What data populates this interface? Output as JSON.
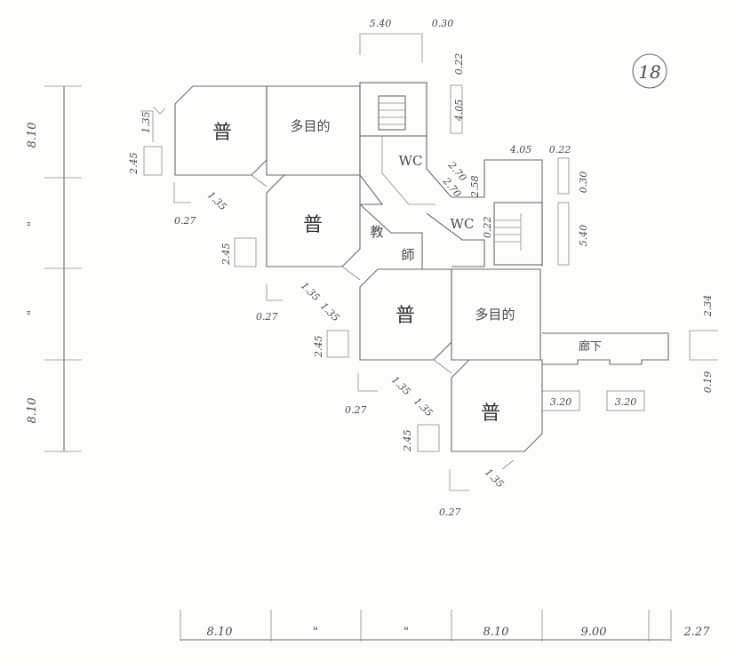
{
  "sheet": {
    "number": "18"
  },
  "left_dims": [
    "8.10",
    "\"",
    "\"",
    "8.10"
  ],
  "bottom_dims": [
    "8.10",
    "\"",
    "\"",
    "8.10",
    "9.00",
    "2.27"
  ],
  "top_dims": {
    "a": "5.40",
    "b": "0.30",
    "c": "0.22",
    "d": "4.05"
  },
  "wc_dims": {
    "a": "2.70",
    "b": "2.70",
    "c": "2.58",
    "d": "0.22",
    "e": "4.05",
    "f": "0.22",
    "g": "0.30",
    "h": "5.40"
  },
  "right_dims": {
    "a": "2.34",
    "b": "0.19",
    "c": "3.20",
    "d": "3.20"
  },
  "rooms": {
    "music": "普",
    "multi_1": "多目的",
    "multi_2": "多目的",
    "teacher_1": "教",
    "teacher_2": "師",
    "wc": "WC",
    "corridor": "廊下"
  },
  "unit_dims": {
    "d245": "2.45",
    "d135": "1.35",
    "d027": "0.27"
  },
  "colors": {
    "music_room": "#f26c6c",
    "line": "#6a6a6a"
  }
}
